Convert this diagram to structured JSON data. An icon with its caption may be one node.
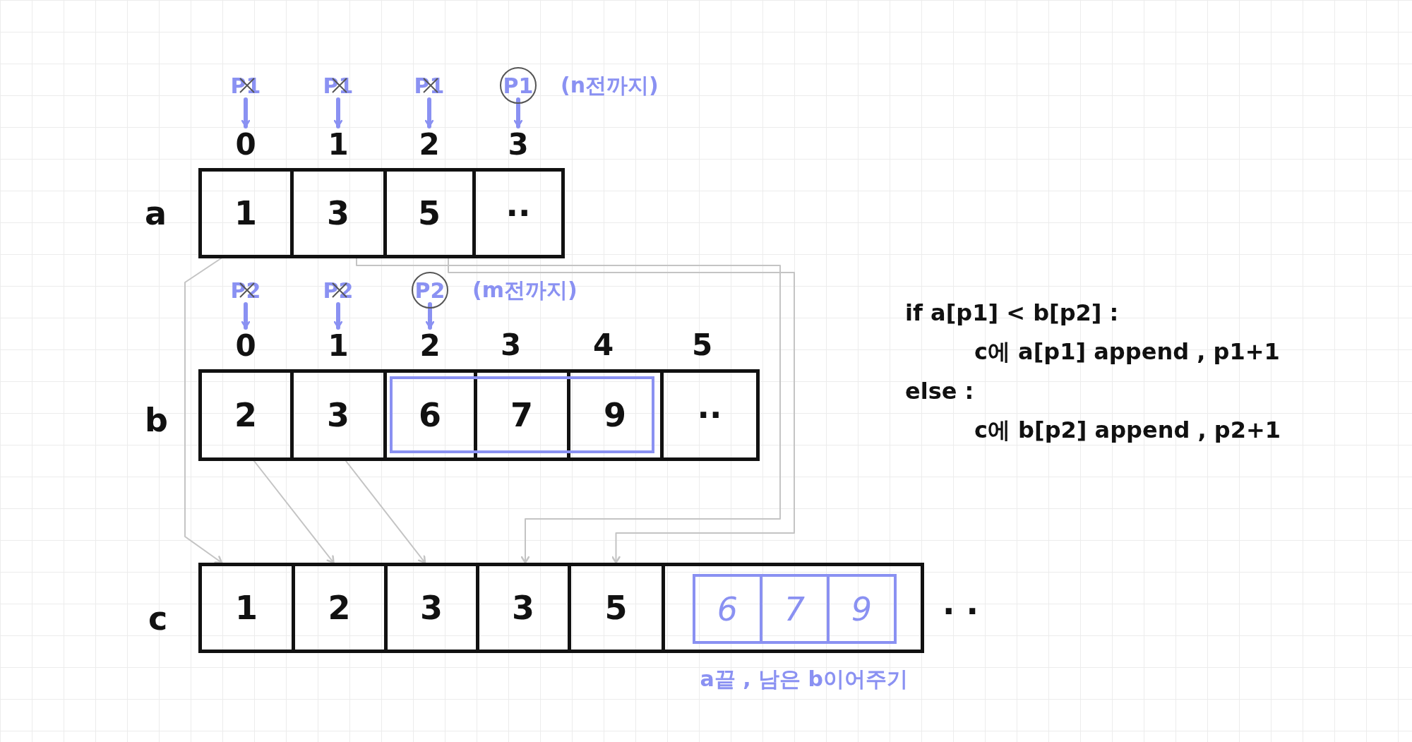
{
  "diagram": {
    "nodes": [
      {
        "text": [
          "P1"
        ]
      },
      {
        "text": [
          "P1"
        ]
      },
      {
        "text": [
          "P1"
        ]
      },
      {
        "text": [
          "P1"
        ],
        "beside": [
          "(n전까지)"
        ]
      },
      {
        "text": [
          "0"
        ]
      },
      {
        "text": [
          "1"
        ]
      },
      {
        "text": [
          "2"
        ]
      },
      {
        "text": [
          "3"
        ]
      },
      {
        "text": [
          "1"
        ]
      },
      {
        "text": [
          "3"
        ]
      },
      {
        "text": [
          "5"
        ]
      },
      {
        "text": [
          "··"
        ]
      },
      {
        "text": [
          "P2"
        ]
      },
      {
        "text": [
          "P2"
        ]
      },
      {
        "text": [
          "P2"
        ],
        "beside": [
          "(m전까지)"
        ]
      },
      {
        "text": [
          "0"
        ]
      },
      {
        "text": [
          "1"
        ]
      },
      {
        "text": [
          "2"
        ]
      },
      {
        "text": [
          "2"
        ]
      },
      {
        "text": [
          "3"
        ]
      },
      {
        "text": [
          "6"
        ]
      },
      {
        "text": [
          "7"
        ]
      },
      {
        "text": [
          "9"
        ]
      },
      {
        "text": [
          "··"
        ]
      },
      {
        "text": [
          "1"
        ]
      },
      {
        "text": [
          "2"
        ]
      },
      {
        "text": [
          "3"
        ]
      },
      {
        "text": [
          "3"
        ]
      },
      {
        "text": [
          "5"
        ]
      },
      {
        "text": [],
        "shape": "box",
        "beside": [
          "a끝 , 남은 b이어주기"
        ]
      },
      {
        "text": [
          "6"
        ],
        "in": 29
      },
      {
        "text": [
          "7"
        ],
        "in": 29
      },
      {
        "text": [
          "9"
        ],
        "in": 29
      }
    ],
    "edges": [
      {
        "from": 0,
        "to": 4,
        "arrow": "to"
      },
      {
        "from": 1,
        "to": 5,
        "arrow": "to"
      },
      {
        "from": 2,
        "to": 6,
        "arrow": "to"
      },
      {
        "from": 3,
        "to": 7,
        "arrow": "to"
      },
      {
        "from": 12,
        "to": 15,
        "arrow": "to"
      },
      {
        "from": 13,
        "to": 16,
        "arrow": "to"
      },
      {
        "from": 14,
        "to": 17,
        "arrow": "to"
      },
      {
        "from": 8,
        "to": 24,
        "arrow": "to",
        "color": "#c4c4c4"
      },
      {
        "from": 9,
        "to": 27,
        "arrow": "to",
        "color": "#c4c4c4"
      },
      {
        "from": 10,
        "to": 28,
        "arrow": "to",
        "color": "#c4c4c4"
      },
      {
        "from": 18,
        "to": 25,
        "arrow": "to",
        "color": "#c4c4c4"
      },
      {
        "from": 19,
        "to": 26,
        "arrow": "to",
        "color": "#c4c4c4"
      }
    ],
    "labels": [
      "a",
      "if a[p1] < b[p2] :",
      "3",
      "4",
      "5",
      "b",
      "c에 a[p1] append , p1+1",
      "else :",
      "c에 b[p2] append , p2+1",
      "c",
      "· ·"
    ]
  }
}
